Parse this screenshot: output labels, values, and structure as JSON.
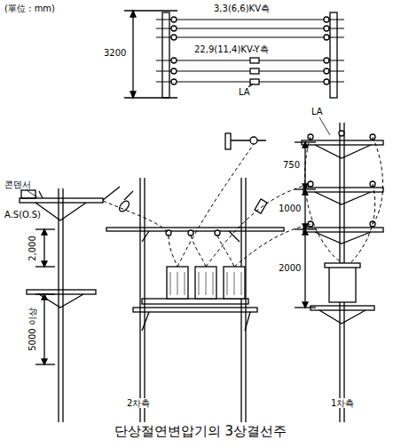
{
  "diagram": {
    "caption": "단상절연변압기의 3상결선주",
    "labels": [
      "(單位 : mm)",
      "3,3(6,6)KV측",
      "3200",
      "22,9(11,4)KV-Y측",
      "LA",
      "콘덴서",
      "A.S(O.S)",
      "2,000",
      "5000 이상",
      "LA",
      "750",
      "1000",
      "2000",
      "2차측",
      "1차측"
    ]
  }
}
